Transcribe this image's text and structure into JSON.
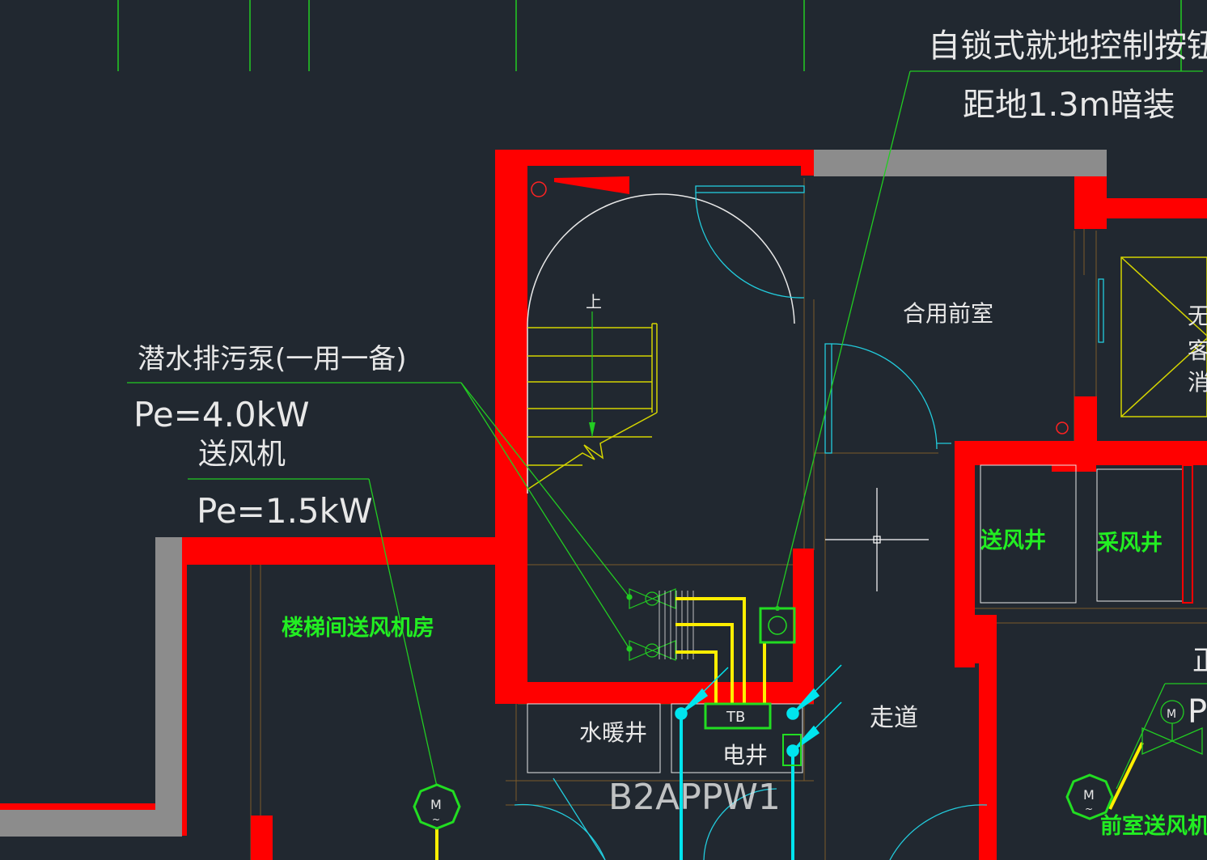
{
  "annotations": {
    "button_note_line1": "自锁式就地控制按钮",
    "button_note_line2": "距地1.3m暗装",
    "pump_name": "潜水排污泵(一用一备)",
    "pump_power": "Pe=4.0kW",
    "fan_name": "送风机",
    "fan_power": "Pe=1.5kW"
  },
  "rooms": {
    "shared_anteroom": "合用前室",
    "stair_fan_room": "楼梯间送风机房",
    "supply_shaft": "送风井",
    "intake_shaft": "采风井",
    "water_heating_shaft": "水暖井",
    "electrical_shaft": "电井",
    "corridor": "走道",
    "anteroom_fan_room": "前室送风机房",
    "fire_elevator_partial_1": "无",
    "fire_elevator_partial_2": "客",
    "fire_elevator_partial_3": "消",
    "right_edge_partial_1": "正",
    "right_edge_partial_2": "P"
  },
  "symbols": {
    "stair_up": "上",
    "terminal_box": "TB",
    "panel_id": "B2APPW1",
    "motor": "M",
    "motor_symbol_sub": "~"
  },
  "colors": {
    "background": "#212830",
    "wall_red": "#ff0000",
    "wall_gray": "#8c8c8c",
    "leader_green": "#22cc22",
    "cable_yellow": "#ffee00",
    "door_cyan": "#22ccdd",
    "stair_yellow": "#d4d400",
    "label_white": "#e8e8e8",
    "label_green": "#22ee22",
    "thin_brown": "#7a5a2a"
  }
}
